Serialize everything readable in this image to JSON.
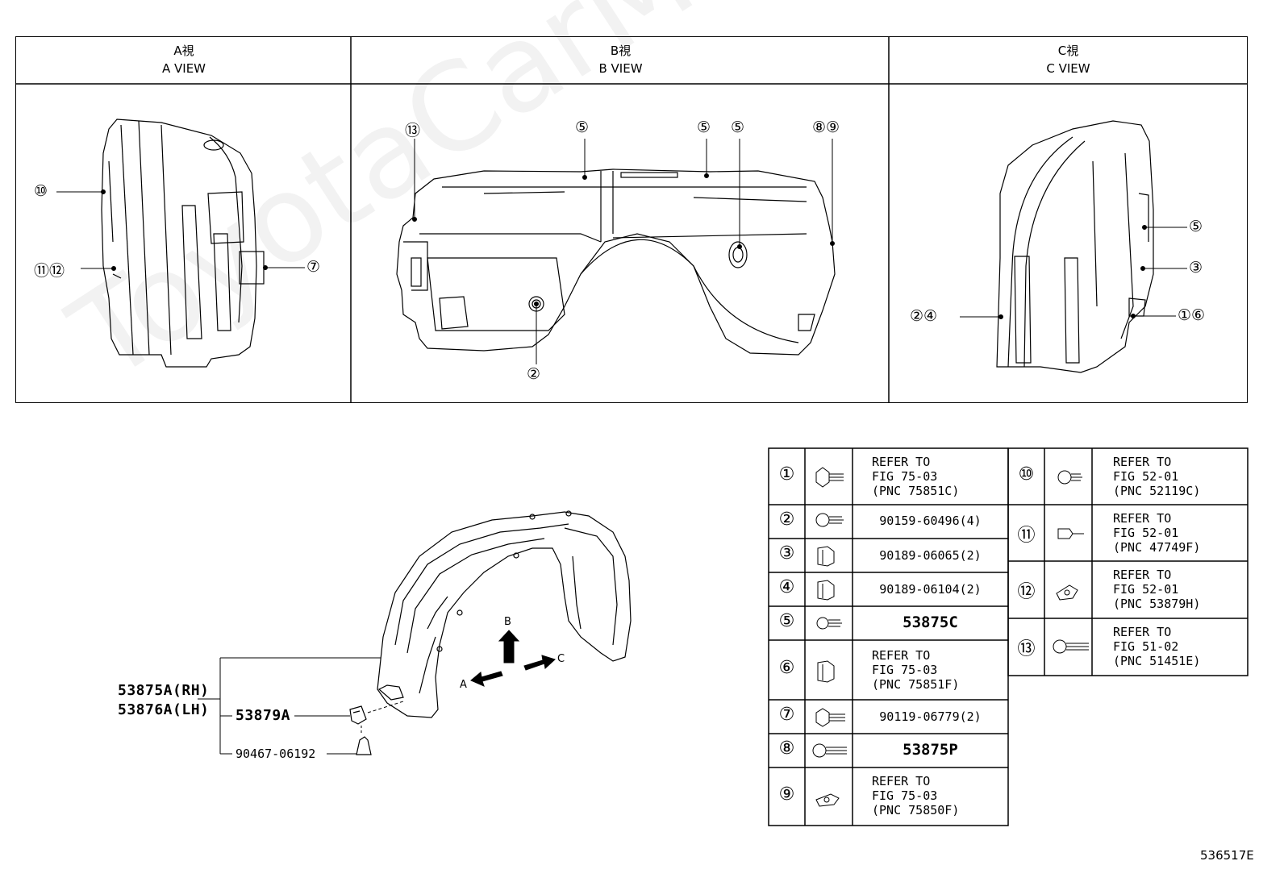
{
  "views": [
    {
      "jp": "A視",
      "en": "A VIEW"
    },
    {
      "jp": "B視",
      "en": "B VIEW"
    },
    {
      "jp": "C視",
      "en": "C VIEW"
    }
  ],
  "callouts": {
    "a_10": "⑩",
    "a_11_12": "⑪⑫",
    "a_7": "⑦",
    "b_13": "⑬",
    "b_5a": "⑤",
    "b_5b": "⑤",
    "b_5c": "⑤",
    "b_8_9": "⑧⑨",
    "b_2": "②",
    "c_5": "⑤",
    "c_3": "③",
    "c_2_4": "②④",
    "c_1_6": "①⑥"
  },
  "main": {
    "liner_rh": "53875A(RH)",
    "liner_lh": "53876A(LH)",
    "clip_part": "53879A",
    "nut_part": "90467-06192",
    "arrow_a": "A",
    "arrow_b": "B",
    "arrow_c": "C"
  },
  "parts_table": {
    "left": [
      {
        "num": "①",
        "text": "REFER TO\nFIG 75-03\n(PNC 75851C)",
        "style": "ref"
      },
      {
        "num": "②",
        "text": "90159-60496(4)",
        "style": "code"
      },
      {
        "num": "③",
        "text": "90189-06065(2)",
        "style": "code"
      },
      {
        "num": "④",
        "text": "90189-06104(2)",
        "style": "code"
      },
      {
        "num": "⑤",
        "text": "53875C",
        "style": "big"
      },
      {
        "num": "⑥",
        "text": "REFER TO\nFIG 75-03\n(PNC 75851F)",
        "style": "ref"
      },
      {
        "num": "⑦",
        "text": "90119-06779(2)",
        "style": "code"
      },
      {
        "num": "⑧",
        "text": "53875P",
        "style": "big"
      },
      {
        "num": "⑨",
        "text": "REFER TO\nFIG 75-03\n(PNC 75850F)",
        "style": "ref"
      }
    ],
    "right": [
      {
        "num": "⑩",
        "text": "REFER TO\nFIG 52-01\n(PNC 52119C)",
        "style": "ref"
      },
      {
        "num": "⑪",
        "text": "REFER TO\nFIG 52-01\n(PNC 47749F)",
        "style": "ref"
      },
      {
        "num": "⑫",
        "text": "REFER TO\nFIG 52-01\n(PNC 53879H)",
        "style": "ref"
      },
      {
        "num": "⑬",
        "text": "REFER TO\nFIG 51-02\n(PNC 51451E)",
        "style": "ref"
      }
    ]
  },
  "watermark": "ToyotaCarMine.ru",
  "figure_code": "536517E"
}
